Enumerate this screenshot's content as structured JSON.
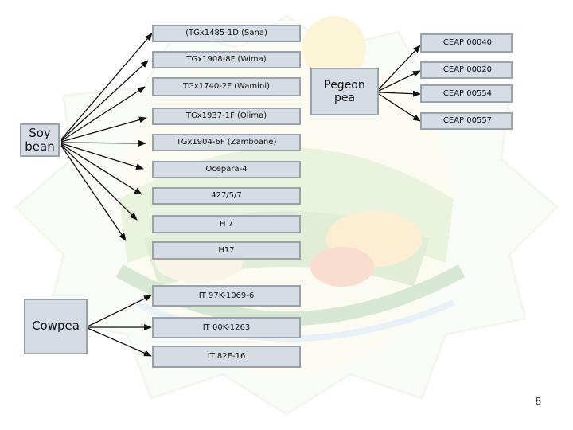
{
  "crops": {
    "soybean": {
      "label": "Soy bean"
    },
    "pigeonpea": {
      "label": "Pegeon pea"
    },
    "cowpea": {
      "label": "Cowpea"
    }
  },
  "soybean_varieties": [
    "(TGx1485-1D (Sana)",
    "TGx1908-8F (Wima)",
    "TGx1740-2F (Wamini)",
    "TGx1937-1F (Olima)",
    "TGx1904-6F (Zamboane)",
    "Ocepara-4",
    "427/5/7",
    "H 7",
    "H17"
  ],
  "pigeonpea_varieties": [
    "ICEAP 00040",
    "ICEAP 00020",
    "ICEAP 00554",
    "ICEAP 00557"
  ],
  "cowpea_varieties": [
    "IT 97K-1069-6",
    "IT 00K-1263",
    "IT 82E-16"
  ],
  "footer": {
    "page_number": "8"
  }
}
